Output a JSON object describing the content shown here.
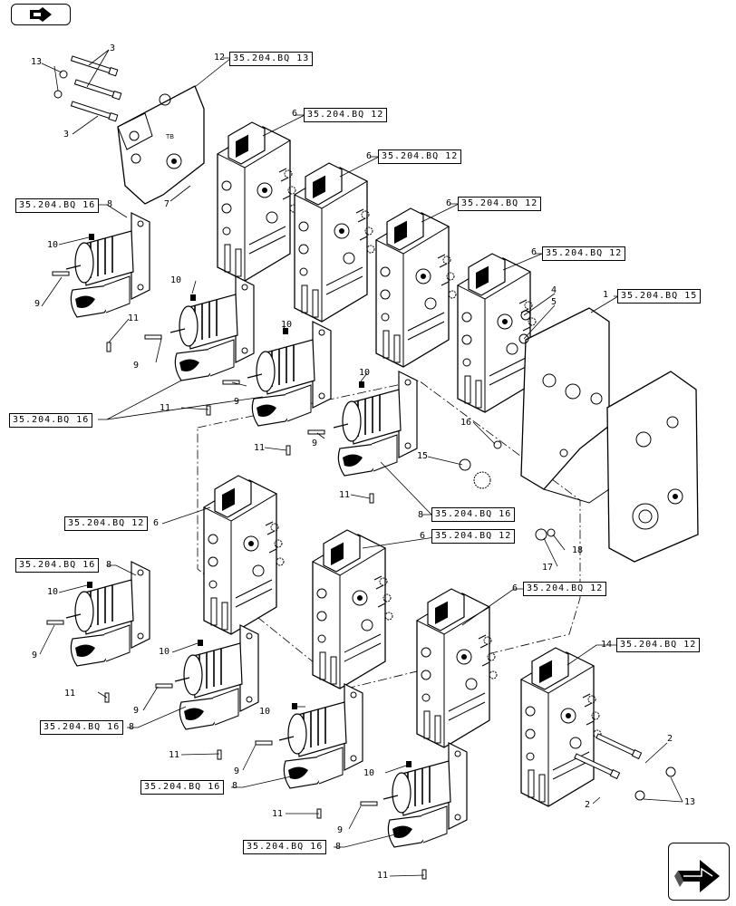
{
  "nav": {
    "back_icon": "back-page-icon",
    "forward_icon": "next-page-icon"
  },
  "references": [
    {
      "id": "r-12-top",
      "label": "35.204.BQ 13"
    },
    {
      "id": "r-6-a",
      "label": "35.204.BQ 12"
    },
    {
      "id": "r-6-b",
      "label": "35.204.BQ 12"
    },
    {
      "id": "r-6-c",
      "label": "35.204.BQ 12"
    },
    {
      "id": "r-6-d",
      "label": "35.204.BQ 12"
    },
    {
      "id": "r-1",
      "label": "35.204.BQ 15"
    },
    {
      "id": "r-8-a",
      "label": "35.204.BQ 16"
    },
    {
      "id": "r-8-b",
      "label": "35.204.BQ 16"
    },
    {
      "id": "r-8-c",
      "label": "35.204.BQ 16"
    },
    {
      "id": "r-6-e",
      "label": "35.204.BQ 12"
    },
    {
      "id": "r-6-f",
      "label": "35.204.BQ 12"
    },
    {
      "id": "r-6-g",
      "label": "35.204.BQ 12"
    },
    {
      "id": "r-8-d",
      "label": "35.204.BQ 16"
    },
    {
      "id": "r-14",
      "label": "35.204.BQ 12"
    },
    {
      "id": "r-8-e",
      "label": "35.204.BQ 16"
    },
    {
      "id": "r-8-f",
      "label": "35.204.BQ 16"
    },
    {
      "id": "r-8-g",
      "label": "35.204.BQ 16"
    }
  ],
  "callouts": [
    "13",
    "3",
    "3",
    "12",
    "6",
    "7",
    "8",
    "10",
    "9",
    "11",
    "6",
    "6",
    "6",
    "4",
    "5",
    "1",
    "10",
    "9",
    "11",
    "10",
    "9",
    "11",
    "16",
    "15",
    "10",
    "9",
    "11",
    "8",
    "17",
    "18",
    "6",
    "8",
    "10",
    "9",
    "11",
    "6",
    "10",
    "9",
    "11",
    "8",
    "6",
    "14",
    "10",
    "9",
    "11",
    "8",
    "2",
    "2",
    "13",
    "10",
    "9",
    "11",
    "8"
  ]
}
